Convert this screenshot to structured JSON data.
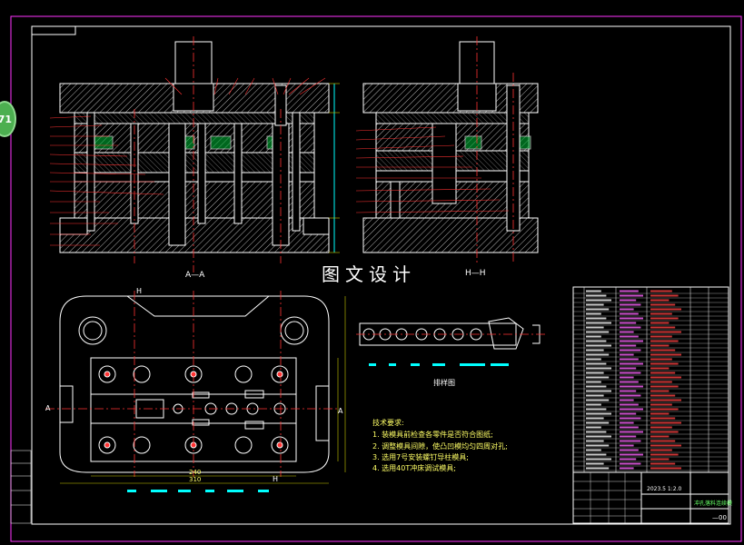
{
  "page_badge": "71",
  "watermark": "图文设计",
  "sections": {
    "front_view_label": "A—A",
    "side_view_label": "H—H",
    "strip_layout_label": "排样图",
    "plan_dim_width_inner": "240",
    "plan_dim_width_outer": "310",
    "plan_section_mark_a": "A",
    "plan_section_mark_h": "H"
  },
  "tech_requirements": {
    "title": "技术要求:",
    "items": [
      "1. 装模具前检查各零件是否符合图纸;",
      "2. 调整模具间隙，使凸凹模均匀四周对孔;",
      "3. 选用7号安装螺钉导柱模具;",
      "4. 选用40T冲床调试模具;"
    ]
  },
  "title_block": {
    "drawing_title": "冲孔落料连续模",
    "scale_note": "2023.5 1:2.0",
    "drawing_number": "—00"
  },
  "colors": {
    "background": "#000000",
    "line": "#ffffff",
    "center_line": "#ff3333",
    "dimension": "#00ffff",
    "frame": "#ff00ff",
    "annotation": "#ffff66"
  }
}
